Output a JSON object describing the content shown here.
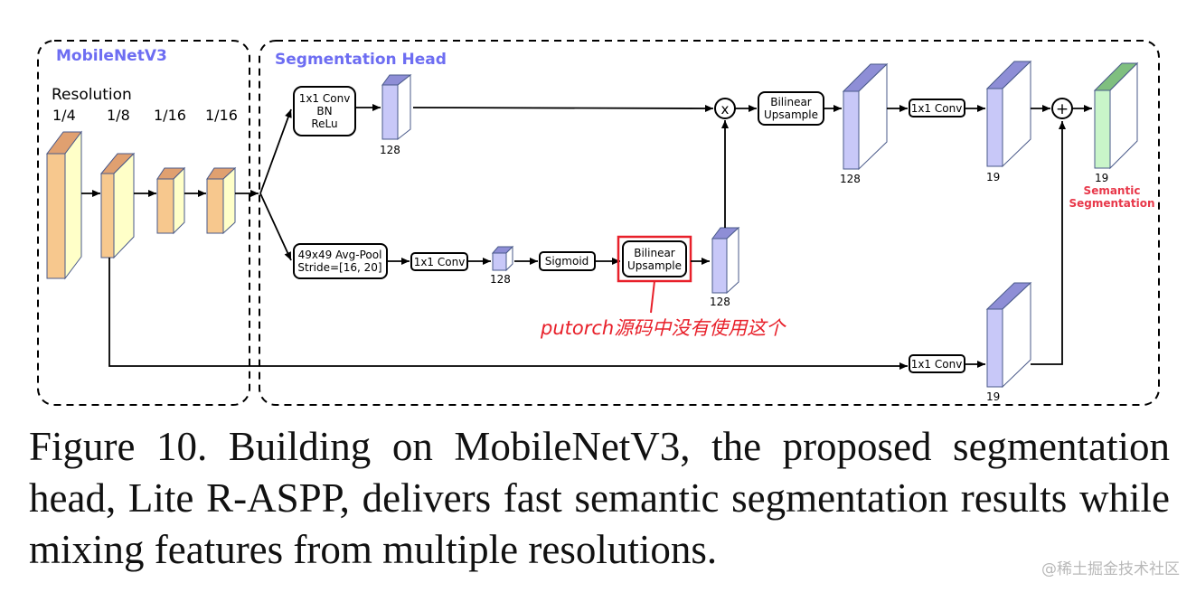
{
  "backbone": {
    "title": "MobileNetV3",
    "resolution_label": "Resolution",
    "resolutions": [
      "1/4",
      "1/8",
      "1/16",
      "1/16"
    ]
  },
  "head": {
    "title": "Segmentation Head",
    "conv_bn_relu": [
      "1x1 Conv",
      "BN",
      "ReLu"
    ],
    "avgpool": [
      "49x49 Avg-Pool",
      "Stride=[16, 20]"
    ],
    "conv1x1": "1x1 Conv",
    "sigmoid": "Sigmoid",
    "bilinear": [
      "Bilinear",
      "Upsample"
    ],
    "multiply": "x",
    "add": "+",
    "ch128": "128",
    "ch19": "19",
    "output_label": [
      "Semantic",
      "Segmentation"
    ],
    "annotation": "putorch源码中没有使用这个"
  },
  "colors": {
    "backbone_title": "#6d6df2",
    "orange_front": "#f7c88e",
    "orange_side": "#ffffc8",
    "blue_front": "#c8c8f8",
    "green_front": "#c9f5c9",
    "output_label": "#e8384a",
    "annotation": "#e8202a"
  },
  "caption": "Figure 10. Building on MobileNetV3, the proposed segmentation head, Lite R-ASPP, delivers fast semantic segmentation results while mixing features from multiple resolutions.",
  "watermark": "@稀土掘金技术社区"
}
